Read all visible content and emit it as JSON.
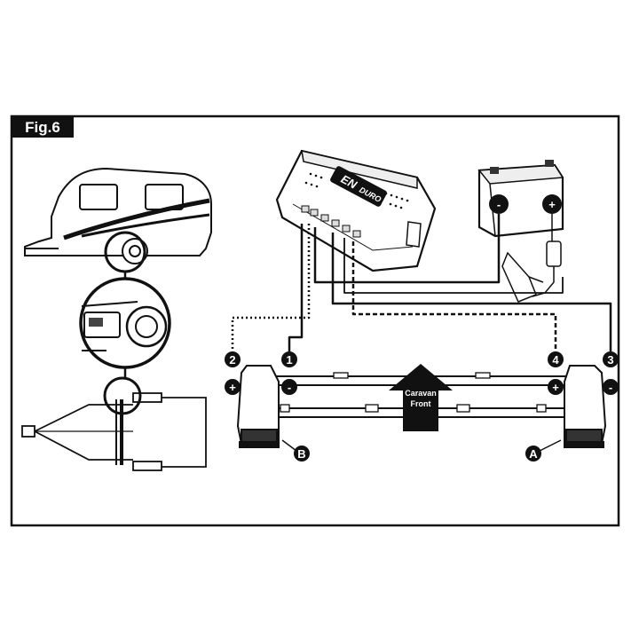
{
  "figure": {
    "label": "Fig.6",
    "colors": {
      "ink": "#111111",
      "paper": "#ffffff",
      "grey": "#cccccc"
    }
  },
  "controller": {
    "brand_a": "EN",
    "brand_b": "DURO"
  },
  "direction_arrow": {
    "line1": "Caravan",
    "line2": "Front"
  },
  "wire_markers": [
    {
      "number": "1",
      "polarity": "-"
    },
    {
      "number": "2",
      "polarity": "+"
    },
    {
      "number": "3",
      "polarity": "-"
    },
    {
      "number": "4",
      "polarity": "+"
    }
  ],
  "battery": {
    "neg_symbol": "-",
    "pos_symbol": "+"
  },
  "motors": {
    "left": "B",
    "right": "A"
  }
}
